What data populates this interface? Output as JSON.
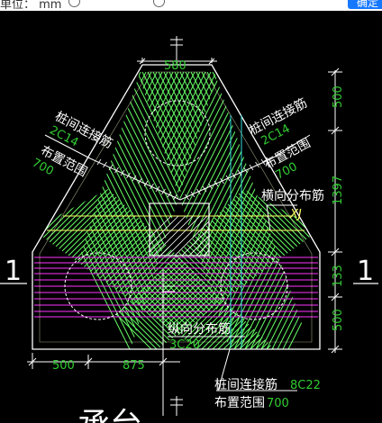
{
  "toolbar": {
    "unit_label": "单位：  mm",
    "option_1": "",
    "option_2": "",
    "button_label": "确定"
  },
  "drawing": {
    "dim_top_width": "580",
    "dim_right_top": "500",
    "dim_right_mid": "1397",
    "dim_right_low": "133",
    "dim_right_bottom": "500",
    "dim_bottom_left": "500",
    "dim_bottom_mid": "875",
    "section_mark_left": "1",
    "section_mark_right": "1",
    "rebar_left_title": "桩间连接筋",
    "rebar_left_spec": "2C14",
    "range_left_label": "布置范围",
    "range_left_value": "700",
    "rebar_right_title": "桩间连接筋",
    "rebar_right_spec": "2C14",
    "range_right_label": "布置范围",
    "range_right_value": "700",
    "transverse_label": "横向分布筋",
    "transverse_spec": "XJ",
    "longitudinal_label": "纵向分布筋",
    "longitudinal_spec": "3C20",
    "bottom_rebar_title": "桩间连接筋",
    "bottom_rebar_spec": "8C22",
    "bottom_range_label": "布置范围",
    "bottom_range_value": "700",
    "big_title": "承台"
  },
  "colors": {
    "outline": "#ffffff",
    "dimension": "#33cc33",
    "hatch_green": "#66ff66",
    "hatch_magenta": "#ff33ff",
    "yellow": "#ffff66",
    "cyan": "#33dddd",
    "button": "#1677ff"
  }
}
